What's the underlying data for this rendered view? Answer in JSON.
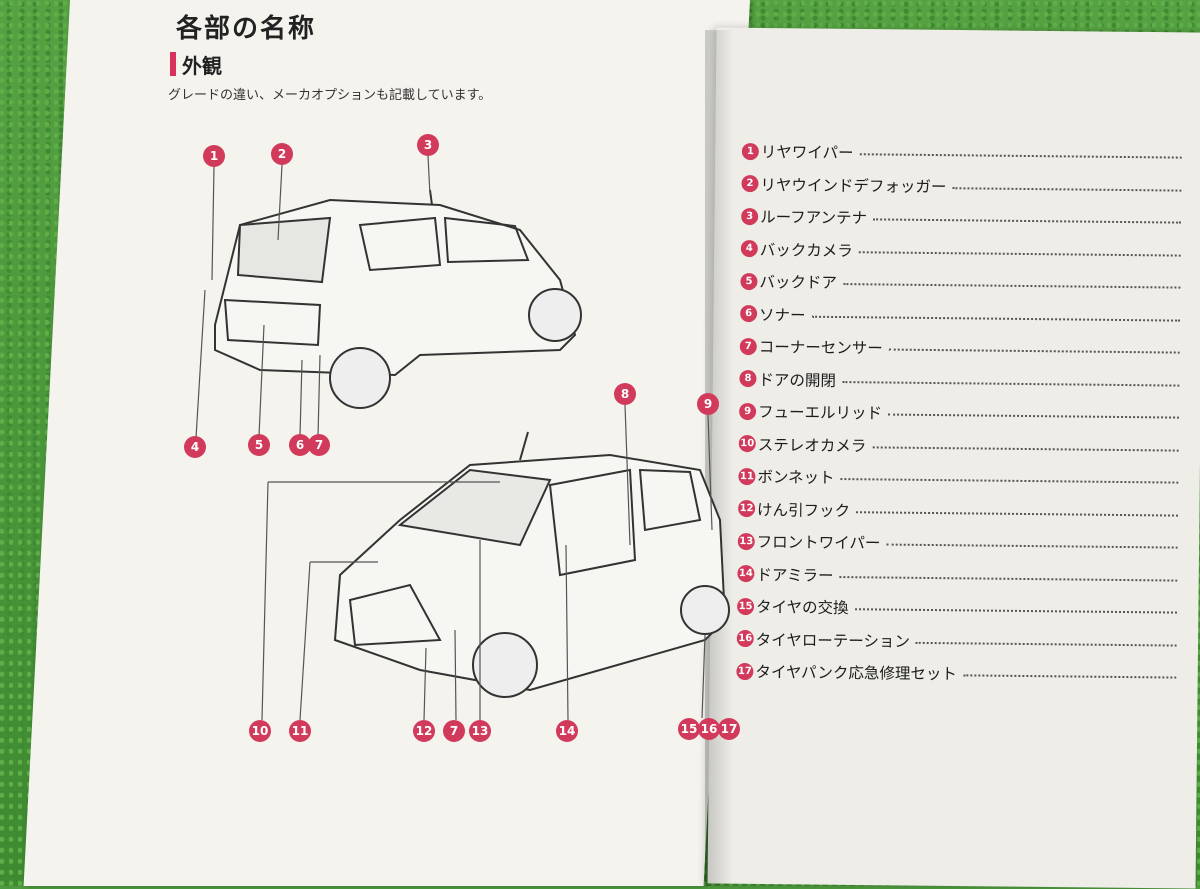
{
  "page": {
    "title": "各部の名称",
    "section": "外観",
    "note": "グレードの違い、メーカオプションも記載しています。"
  },
  "callouts": {
    "rear": [
      "1",
      "2",
      "3",
      "4",
      "5",
      "6",
      "7"
    ],
    "front": [
      "8",
      "9",
      "10",
      "11",
      "12",
      "7",
      "13",
      "14",
      "15",
      "16",
      "17"
    ]
  },
  "parts": [
    {
      "num": "1",
      "label": "リヤワイパー"
    },
    {
      "num": "2",
      "label": "リヤウインドデフォッガー"
    },
    {
      "num": "3",
      "label": "ルーフアンテナ"
    },
    {
      "num": "4",
      "label": "バックカメラ"
    },
    {
      "num": "5",
      "label": "バックドア"
    },
    {
      "num": "6",
      "label": "ソナー"
    },
    {
      "num": "7",
      "label": "コーナーセンサー"
    },
    {
      "num": "8",
      "label": "ドアの開閉"
    },
    {
      "num": "9",
      "label": "フューエルリッド"
    },
    {
      "num": "10",
      "label": "ステレオカメラ"
    },
    {
      "num": "11",
      "label": "ボンネット"
    },
    {
      "num": "12",
      "label": "けん引フック"
    },
    {
      "num": "13",
      "label": "フロントワイパー"
    },
    {
      "num": "14",
      "label": "ドアミラー"
    },
    {
      "num": "15",
      "label": "タイヤの交換"
    },
    {
      "num": "16",
      "label": "タイヤローテーション"
    },
    {
      "num": "17",
      "label": "タイヤパンク応急修理セット"
    }
  ],
  "colors": {
    "accent": "#d23a5c",
    "paper": "#f4f3ee",
    "background": "#4e9a3e"
  }
}
